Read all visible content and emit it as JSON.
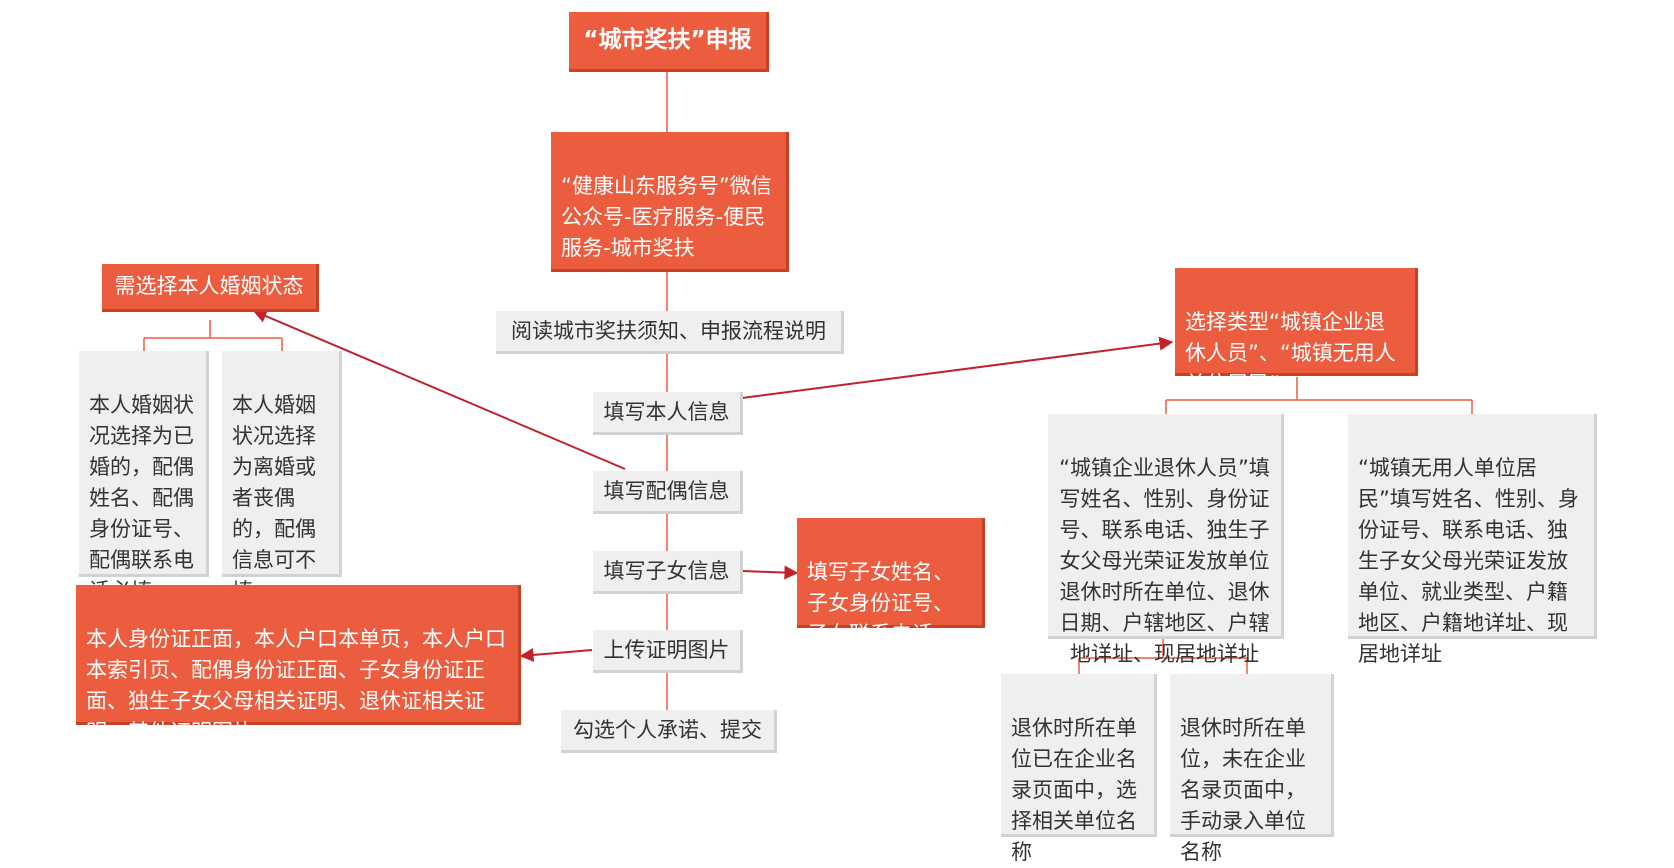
{
  "diagram": {
    "root": "“城市奖扶”申报",
    "entry": "“健康山东服务号”微信公众号-医疗服务-便民服务-城市奖扶",
    "steps": [
      "阅读城市奖扶须知、申报流程说明",
      "填写本人信息",
      "填写配偶信息",
      "填写子女信息",
      "上传证明图片",
      "勾选个人承诺、提交"
    ],
    "marital": {
      "label": "需选择本人婚姻状态",
      "married": "本人婚姻状况选择为已婚的，配偶姓名、配偶身份证号、配偶联系电话必填",
      "single": "本人婚姻状况选择为离婚或者丧偶的，配偶信息可不填"
    },
    "type_select": {
      "label": "选择类型“城镇企业退休人员”、“城镇无用人单位居民”",
      "enterprise": "“城镇企业退休人员”填写姓名、性别、身份证号、联系电话、独生子女父母光荣证发放单位退休时所在单位、退休日期、户辖地区、户辖地详址、现居地详址",
      "resident": "“城镇无用人单位居民”填写姓名、性别、身份证号、联系电话、独生子女父母光荣证发放单位、就业类型、户籍地区、户籍地详址、现居地详址",
      "unit_listed": "退休时所在单位已在企业名录页面中，选择相关单位名称",
      "unit_unlisted": "退休时所在单位，未在企业名录页面中，手动录入单位名称"
    },
    "children_info": "填写子女姓名、子女身份证号、子女联系电话",
    "upload_info": "本人身份证正面，本人户口本单页，本人户口本索引页、配偶身份证正面、子女身份证正面、独生子女父母相关证明、退休证相关证明、其他证明图片"
  },
  "colors": {
    "accent": "#ec5d40",
    "box_gray": "#efefef",
    "connector": "#ec5d40",
    "arrow": "#c0232b"
  }
}
